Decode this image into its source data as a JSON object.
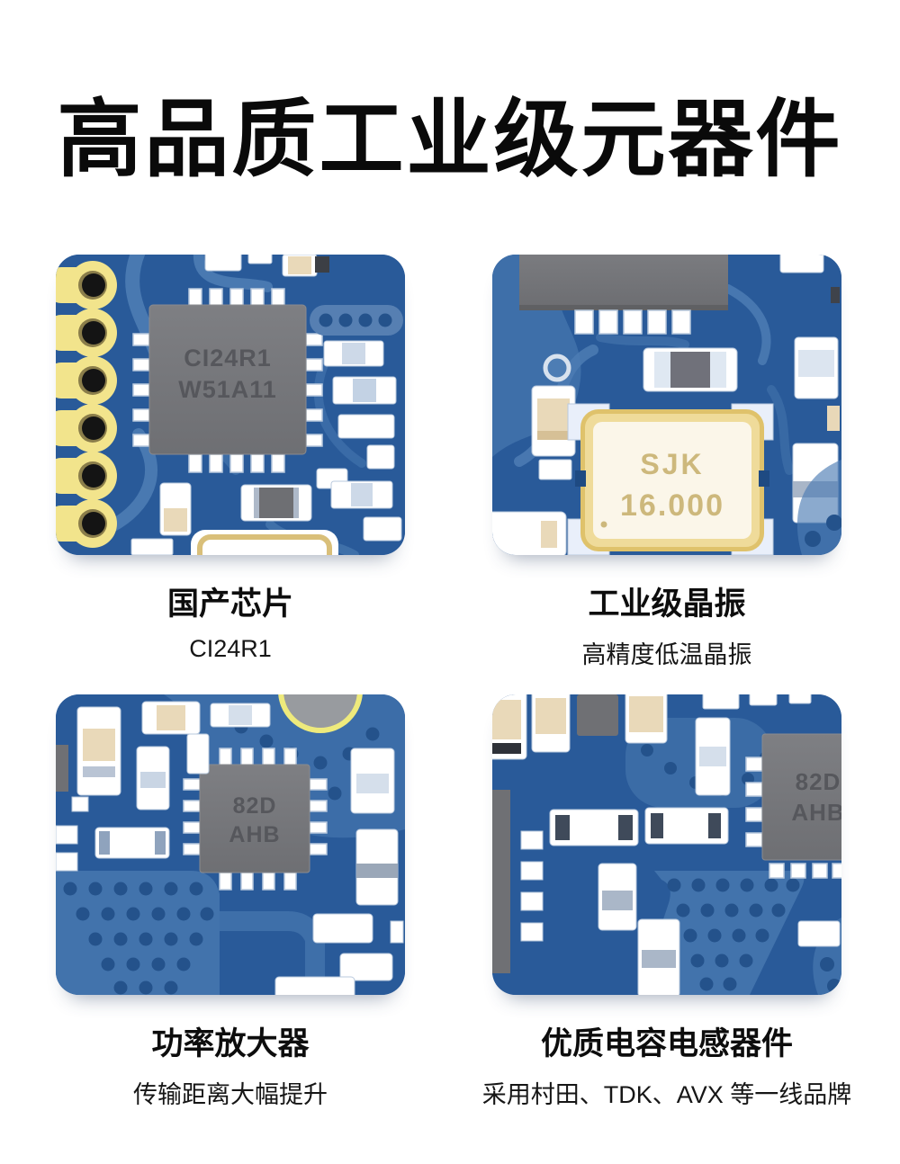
{
  "page": {
    "title": "高品质工业级元器件",
    "background_color": "#ffffff",
    "title_color": "#0a0a0a"
  },
  "colors": {
    "pcb_base_blue": "#295a99",
    "pcb_trace_light_blue": "#4d7db4",
    "via_dot_blue": "#24528b",
    "component_white": "#ffffff",
    "chip_body_gray": "#77787b",
    "chip_marking_gray": "#56575c",
    "header_pad_yellow": "#f2e48c",
    "crystal_border_gold": "#dfc26b",
    "crystal_face_cream": "#fbf6e9",
    "crystal_marking_gold": "#cdb87c",
    "capacitor_beige": "#e9d9b9"
  },
  "panels": [
    {
      "id": "domestic-chip",
      "chip_marking_line1": "CI24R1",
      "chip_marking_line2": "W51A11",
      "caption": "国产芯片",
      "subcaption": "CI24R1"
    },
    {
      "id": "industrial-crystal",
      "crystal_marking_line1": "SJK",
      "crystal_marking_line2": "16.000",
      "caption": "工业级晶振",
      "subcaption": "高精度低温晶振"
    },
    {
      "id": "power-amplifier",
      "chip_marking_line1": "82D",
      "chip_marking_line2": "AHB",
      "caption": "功率放大器",
      "subcaption": "传输距离大幅提升"
    },
    {
      "id": "capacitor-inductor",
      "chip_marking_line1": "82D",
      "chip_marking_line2": "AHB",
      "caption": "优质电容电感器件",
      "subcaption": "采用村田、TDK、AVX 等一线品牌"
    }
  ]
}
